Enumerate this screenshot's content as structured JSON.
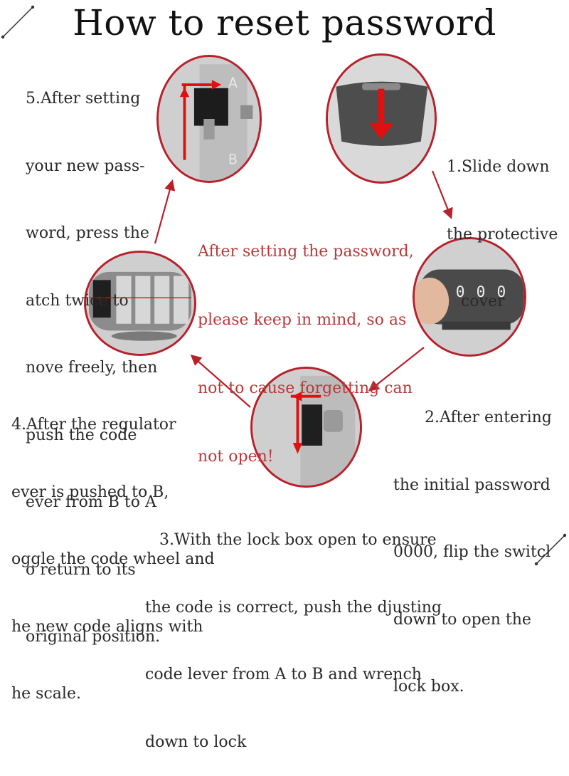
{
  "title": "How to reset password",
  "step1": [
    "1.Slide down",
    "the protective",
    "cover"
  ],
  "step2": [
    "2.After entering",
    "the initial password",
    "0000, flip the switcl",
    "down to open the",
    "lock box."
  ],
  "step3": [
    "3.With the lock box open to ensure",
    "the code is correct, push the djusting",
    "code lever from A to B and wrench",
    "down to lock"
  ],
  "step4": [
    "4.After the regulator",
    "ever is pushed to B,",
    "oggle the code wheel and",
    "he new code aligns with",
    "he scale."
  ],
  "step5": [
    "5.After setting",
    "your new pass-",
    "word, press the",
    "atch twice to",
    "nove freely, then",
    "push the code",
    "ever from B to A",
    "o return to its",
    "original position."
  ],
  "warning": [
    "After setting the password,",
    "please keep in mind, so as",
    "not to cause forgetting can",
    "not open!"
  ],
  "dial_digits": [
    "0",
    "0",
    "0",
    "0"
  ],
  "lever_letters": [
    "A",
    "B"
  ],
  "colors": {
    "accent": "#b8202a",
    "warning_text": "#b83a3a"
  }
}
